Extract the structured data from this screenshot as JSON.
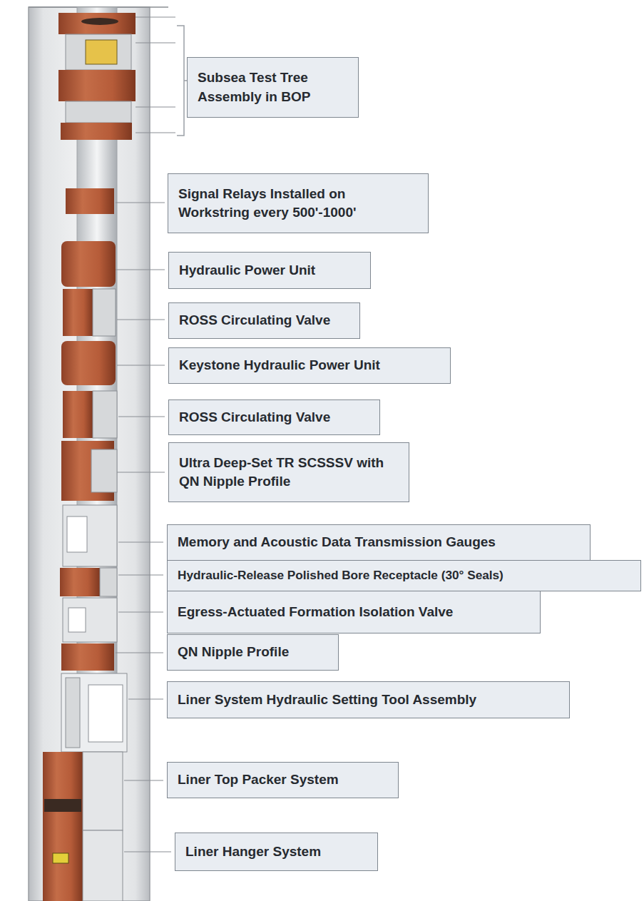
{
  "diagram": {
    "nodes": [
      {
        "text": [
          "Subsea Test Tree Assembly in BOP"
        ]
      },
      {
        "text": [
          "Signal Relays Installed on Workstring every 500'-1000'"
        ]
      },
      {
        "text": [
          "Hydraulic Power Unit"
        ]
      },
      {
        "text": [
          "ROSS Circulating Valve"
        ]
      },
      {
        "text": [
          "Keystone Hydraulic Power Unit"
        ]
      },
      {
        "text": [
          "ROSS Circulating Valve"
        ]
      },
      {
        "text": [
          "Ultra Deep-Set TR SCSSSV with QN Nipple Profile"
        ]
      },
      {
        "text": [
          "Memory and Acoustic Data Transmission Gauges"
        ]
      },
      {
        "text": [
          "Hydraulic-Release Polished Bore Receptacle (30° Seals)"
        ]
      },
      {
        "text": [
          "Egress-Actuated Formation Isolation Valve"
        ]
      },
      {
        "text": [
          "QN Nipple Profile"
        ]
      },
      {
        "text": [
          "Liner System Hydraulic Setting Tool Assembly"
        ]
      },
      {
        "text": [
          "Liner Top Packer System"
        ]
      },
      {
        "text": [
          "Liner Hanger System"
        ]
      }
    ]
  }
}
